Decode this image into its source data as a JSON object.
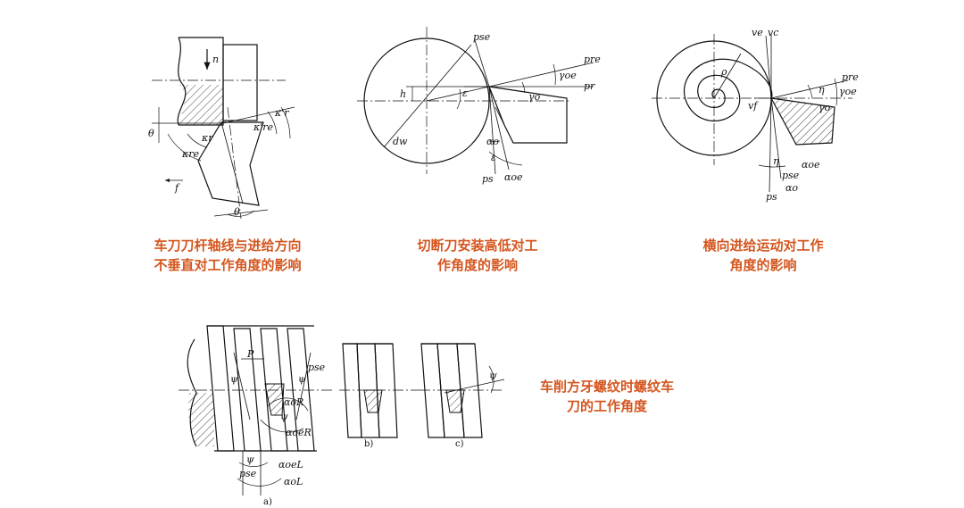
{
  "panels": [
    {
      "id": "tool-shank-axis",
      "caption_lines": [
        "车刀刀杆轴线与进给方向",
        "不垂直对工作角度的影响"
      ],
      "symbols": [
        "n",
        "θ",
        "κr",
        "κre",
        "κ'r",
        "κ're",
        "f",
        "θ"
      ]
    },
    {
      "id": "cutoff-tool-height",
      "caption_lines": [
        "切断刀安装高低对工",
        "作角度的影响"
      ],
      "symbols": [
        "pse",
        "pre",
        "pr",
        "γoe",
        "γo",
        "h",
        "ε",
        "dw",
        "αo",
        "ε",
        "αoe",
        "ps"
      ]
    },
    {
      "id": "transverse-feed",
      "caption_lines": [
        "横向进给运动对工作",
        "角度的影响"
      ],
      "symbols": [
        "ve",
        "vc",
        "ρ",
        "vf",
        "pre",
        "η",
        "γoe",
        "γo",
        "η",
        "pse",
        "αoe",
        "αo",
        "ps"
      ]
    },
    {
      "id": "square-thread",
      "caption_lines": [
        "车削方牙螺纹时螺纹车",
        "刀的工作角度"
      ],
      "symbols": [
        "P",
        "ψ",
        "ψ",
        "pse",
        "αoR",
        "ψ",
        "αoeR",
        "ψ",
        "αoeL",
        "pse",
        "αoL",
        "ψ"
      ],
      "sub_labels": [
        "a)",
        "b)",
        "c)"
      ]
    }
  ],
  "colors": {
    "caption": "#d4561f",
    "line": "#111111"
  }
}
